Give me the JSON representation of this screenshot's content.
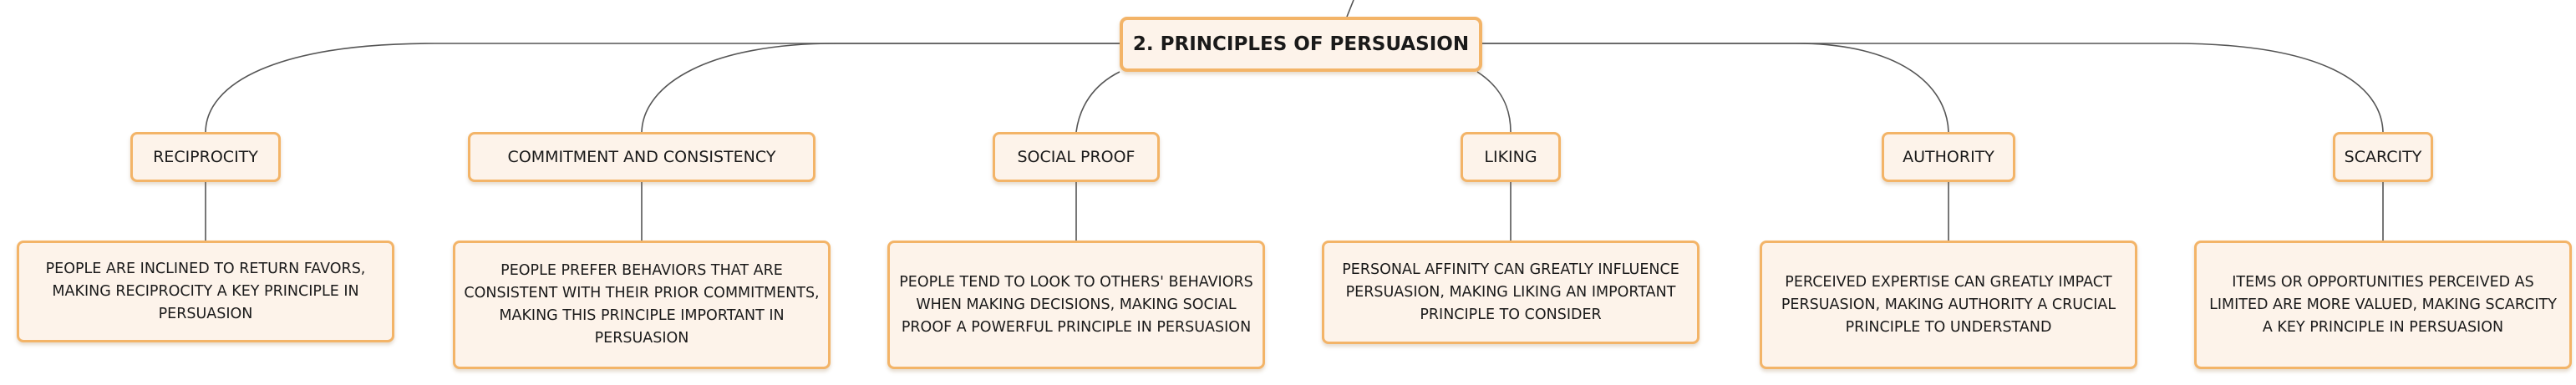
{
  "root": {
    "title": "2. PRINCIPLES OF PERSUASION"
  },
  "principles": [
    {
      "name": "RECIPROCITY",
      "description": "PEOPLE ARE INCLINED TO RETURN FAVORS, MAKING RECIPROCITY A KEY PRINCIPLE IN PERSUASION"
    },
    {
      "name": "COMMITMENT AND CONSISTENCY",
      "description": "PEOPLE PREFER BEHAVIORS THAT ARE CONSISTENT WITH THEIR PRIOR COMMITMENTS, MAKING THIS PRINCIPLE IMPORTANT IN PERSUASION"
    },
    {
      "name": "SOCIAL PROOF",
      "description": "PEOPLE TEND TO LOOK TO OTHERS' BEHAVIORS WHEN MAKING DECISIONS, MAKING SOCIAL PROOF A POWERFUL PRINCIPLE IN PERSUASION"
    },
    {
      "name": "LIKING",
      "description": "PERSONAL AFFINITY CAN GREATLY INFLUENCE PERSUASION, MAKING LIKING AN IMPORTANT PRINCIPLE TO CONSIDER"
    },
    {
      "name": "AUTHORITY",
      "description": "PERCEIVED EXPERTISE CAN GREATLY IMPACT PERSUASION, MAKING AUTHORITY A CRUCIAL PRINCIPLE TO UNDERSTAND"
    },
    {
      "name": "SCARCITY",
      "description": "ITEMS OR OPPORTUNITIES PERCEIVED AS LIMITED ARE MORE VALUED, MAKING SCARCITY A KEY PRINCIPLE IN PERSUASION"
    }
  ],
  "colors": {
    "node_fill": "#fdf3ea",
    "node_border": "#f3b468",
    "connector": "#555555",
    "text": "#1a1a1a"
  }
}
